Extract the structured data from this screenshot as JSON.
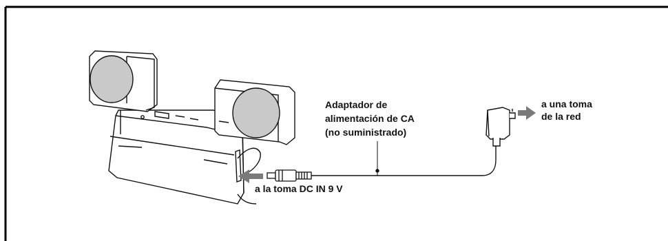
{
  "labels": {
    "adapter": [
      "Adaptador de",
      "alimentación de CA",
      "(no suministrado)"
    ],
    "outlet": [
      "a una toma",
      "de la red"
    ],
    "dc_in": "a la toma DC IN 9 V"
  },
  "colors": {
    "border": "#000000",
    "speaker_cone": "#c9c9c9",
    "arrow": "#7a7a7a",
    "line": "#111111"
  },
  "icons": {
    "speaker_left": "speaker-icon",
    "speaker_right": "speaker-icon",
    "device": "player-base-icon",
    "plug": "dc-plug-icon",
    "adapter": "ac-adapter-icon"
  }
}
